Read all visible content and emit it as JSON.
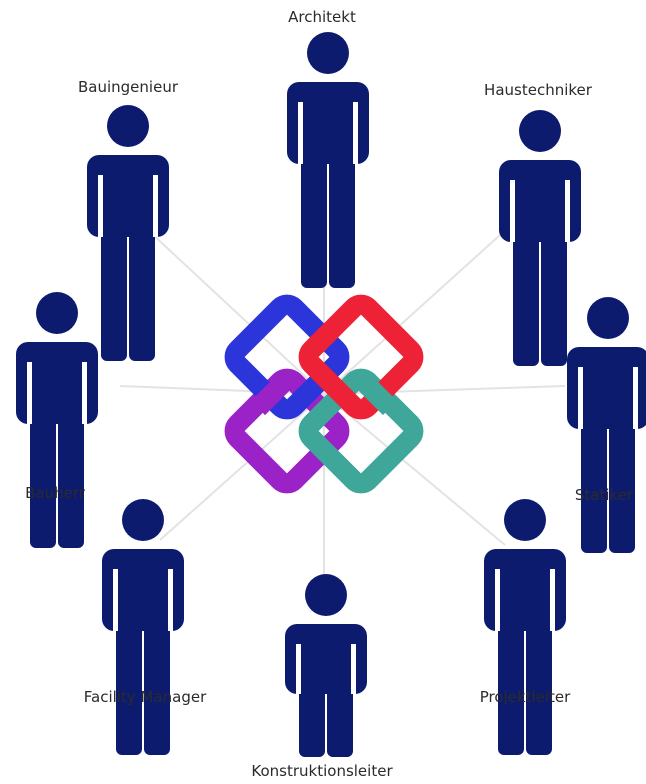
{
  "diagram": {
    "roles": {
      "architekt": "Architekt",
      "bauingenieur": "Bauingenieur",
      "haustechniker": "Haustechniker",
      "bauherr": "Bauherr",
      "statiker": "Statiker",
      "facility_manager": "Facility Manager",
      "projektleiter": "Projektleiter",
      "konstruktionsleiter": "Konstruktionsleiter"
    },
    "colors": {
      "person": "#0d1b6e",
      "connector": "#e3e3e3",
      "logo_blue": "#2b35d9",
      "logo_red": "#ee2237",
      "logo_purple": "#9b22c7",
      "logo_teal": "#3ea79a"
    }
  }
}
